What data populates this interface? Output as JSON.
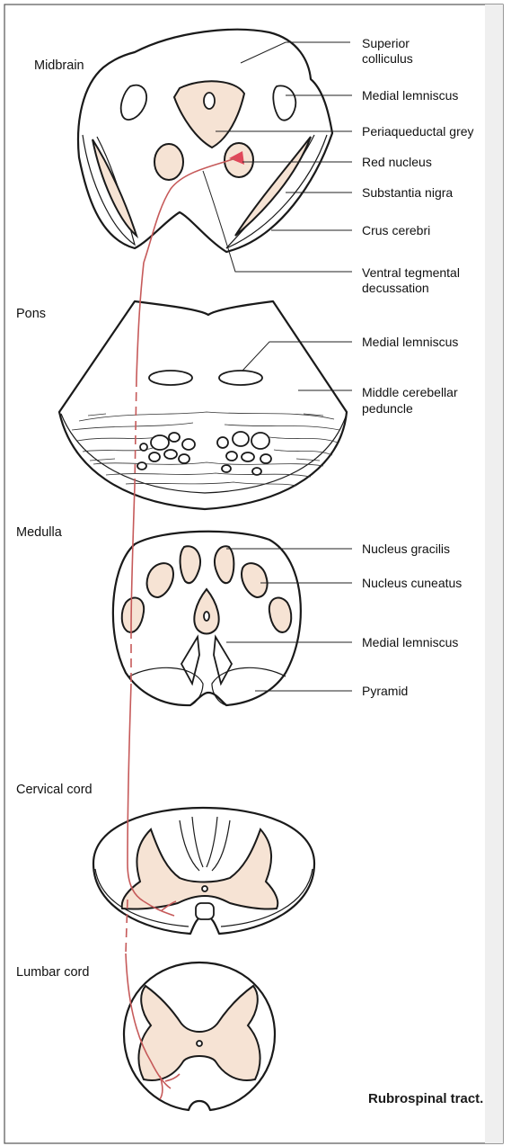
{
  "colors": {
    "tract": "#c65a5a",
    "red_nucleus_fill": "#e0485a",
    "nucleus_fill": "#f6e3d4",
    "outline": "#1a1a1a",
    "background": "#ffffff"
  },
  "sections": {
    "midbrain": "Midbrain",
    "pons": "Pons",
    "medulla": "Medulla",
    "cervical": "Cervical cord",
    "lumbar": "Lumbar cord"
  },
  "labels": {
    "superior_colliculus": [
      "Superior",
      "colliculus"
    ],
    "medial_lemniscus_midbrain": "Medial lemniscus",
    "periaqueductal_grey": "Periaqueductal grey",
    "red_nucleus": "Red nucleus",
    "substantia_nigra": "Substantia nigra",
    "crus_cerebri": "Crus cerebri",
    "ventral_tegmental_decussation": [
      "Ventral tegmental",
      "decussation"
    ],
    "medial_lemniscus_pons": "Medial lemniscus",
    "middle_cerebellar_peduncle": [
      "Middle cerebellar",
      "peduncle"
    ],
    "nucleus_gracilis": "Nucleus gracilis",
    "nucleus_cuneatus": "Nucleus cuneatus",
    "medial_lemniscus_medulla": "Medial lemniscus",
    "pyramid": "Pyramid"
  },
  "caption": "Rubrospinal tract."
}
